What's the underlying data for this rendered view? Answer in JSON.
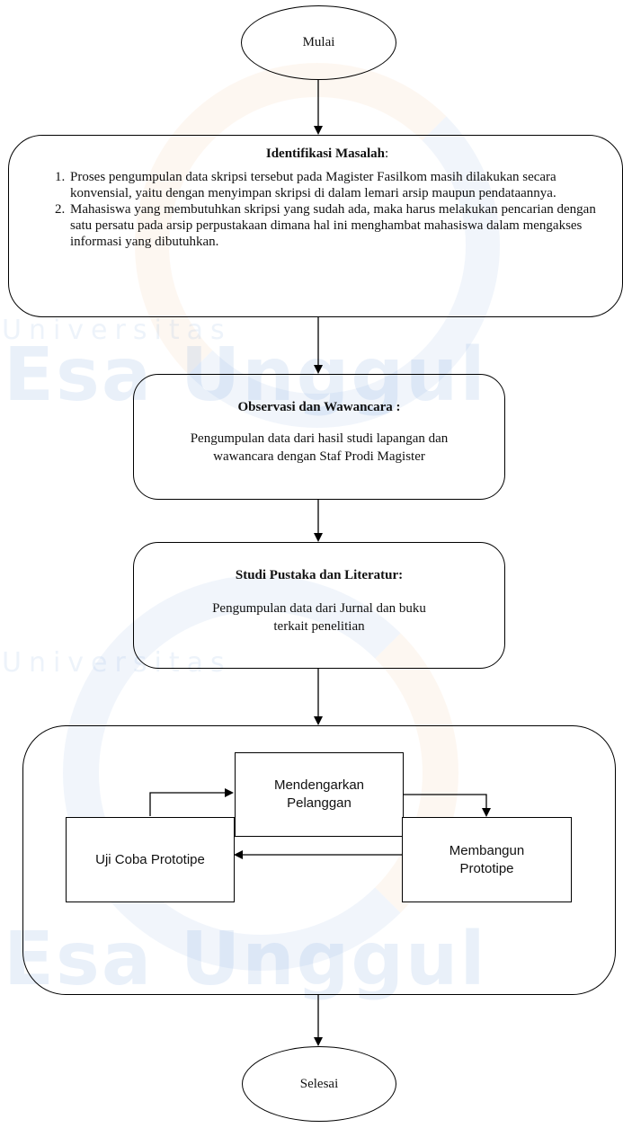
{
  "watermark": {
    "small_1": "Universitas",
    "big_1": "Esa Unggul",
    "small_2": "Universitas",
    "big_2": "Esa Unggul"
  },
  "start": {
    "label": "Mulai"
  },
  "identifikasi": {
    "title": "Identifikasi Masalah",
    "title_suffix": ":",
    "items": [
      "Proses pengumpulan data skripsi tersebut pada Magister Fasilkom masih dilakukan secara konvensial, yaitu dengan menyimpan skripsi di dalam lemari arsip maupun pendataannya.",
      "Mahasiswa yang membutuhkan skripsi yang sudah ada, maka harus melakukan pencarian dengan satu persatu pada arsip perpustakaan dimana hal ini menghambat mahasiswa dalam mengakses informasi yang dibutuhkan."
    ]
  },
  "observasi": {
    "title": "Observasi dan Wawancara :",
    "text": "Pengumpulan data dari hasil studi lapangan dan wawancara dengan Staf Prodi Magister"
  },
  "studi": {
    "title": "Studi Pustaka dan Literatur:",
    "text": "Pengumpulan data dari Jurnal dan buku terkait penelitian"
  },
  "prototype_cycle": {
    "listen": "Mendengarkan Pelanggan",
    "build": "Membangun Prototipe",
    "test": "Uji Coba Prototipe"
  },
  "end": {
    "label": "Selesai"
  },
  "colors": {
    "stroke": "#000000",
    "watermark_blue": "#5a8fd6",
    "watermark_orange": "#f0a060"
  }
}
